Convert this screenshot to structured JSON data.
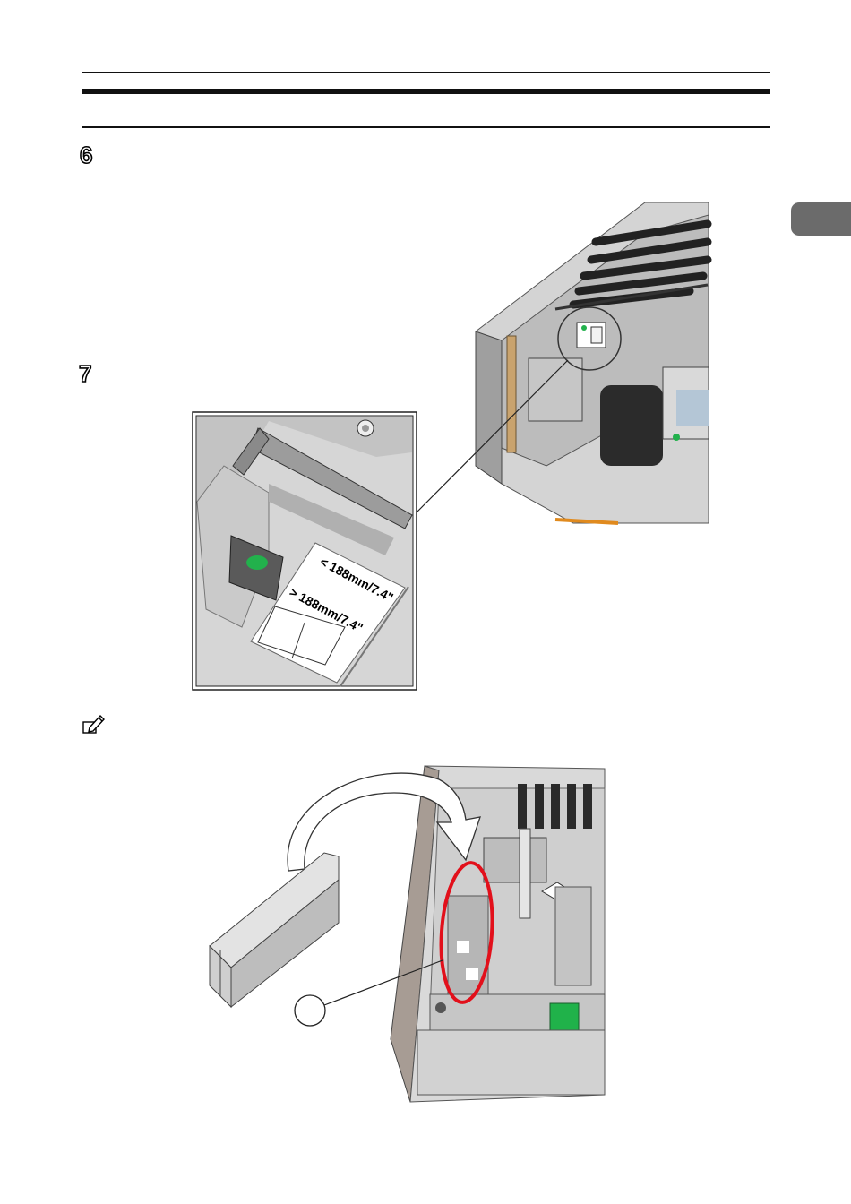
{
  "steps": [
    {
      "number": "6"
    },
    {
      "number": "7"
    }
  ],
  "detail_label": {
    "small": "< 188mm/7.4\"",
    "large": "> 188mm/7.4\""
  },
  "note": {
    "icon": "pencil-note-icon"
  },
  "colors": {
    "rule": "#111111",
    "chapter_tab": "#6b6b6b",
    "highlight_ring": "#e2101b",
    "indicator_green": "#22b14c",
    "machine_gray": "#c9c9c9"
  }
}
